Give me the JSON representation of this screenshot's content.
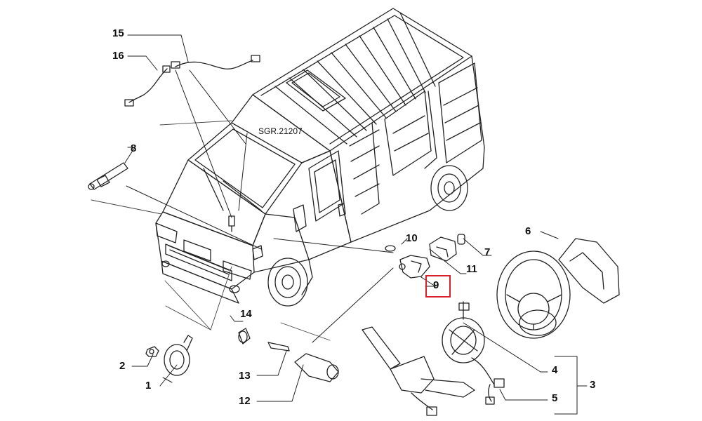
{
  "diagram": {
    "reference_code": "SGR.21207",
    "highlight_color": "#d9202a",
    "callouts": {
      "c1": "1",
      "c2": "2",
      "c3": "3",
      "c4": "4",
      "c5": "5",
      "c6": "6",
      "c7": "7",
      "c8": "8",
      "c9": "9",
      "c10": "10",
      "c11": "11",
      "c12": "12",
      "c13": "13",
      "c14": "14",
      "c15": "15",
      "c16": "16"
    },
    "highlighted_part": "9"
  }
}
